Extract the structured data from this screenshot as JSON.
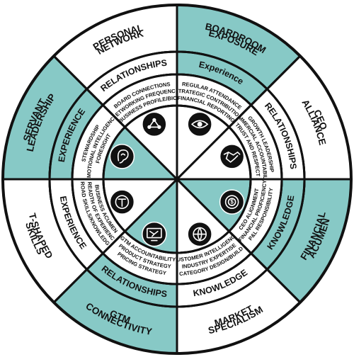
{
  "colors": {
    "teal": "#87c9c6",
    "white": "#ffffff",
    "outline": "#111111",
    "icon_disc": "#111111"
  },
  "sectors": [
    {
      "key": "boardroom",
      "outer": [
        "BOARDROOM",
        "EXPOSURE"
      ],
      "middle": "Experience",
      "inner": [
        "REGULAR ATTENDANCE",
        "STRATEGIC CONTRIBUTION",
        "FINANCIAL REPORTING"
      ],
      "icon": "eye-icon"
    },
    {
      "key": "ceo",
      "outer": [
        "CEO",
        "ALLIANCE"
      ],
      "middle": "RELATIONSHIPS",
      "inner": [
        "GROWTH LEADERSHIP",
        "COMMERCIAL ACCOUNTABILITY",
        "TRUST AND RESPECT"
      ],
      "icon": "handshake-icon"
    },
    {
      "key": "financial",
      "outer": [
        "FINANCIAL",
        "ACUMEN"
      ],
      "middle": "KNOWLEDGE",
      "inner": [
        "CEO ALIGNMENT",
        "FINANCIAL PROFICIENCY",
        "P&L RESPONSIBILITY"
      ],
      "icon": "money-cog-icon"
    },
    {
      "key": "market",
      "outer": [
        "MARKET",
        "SPECIALISM"
      ],
      "middle": "KNOWLEDGE",
      "inner": [
        "CUSTOMER INTELLIGENCE",
        "INDUSTRY EXPERTISE",
        "CATEGORY DESIGN/BUILD"
      ],
      "icon": "globe-icon"
    },
    {
      "key": "gtm",
      "outer": [
        "GTM",
        "CONNECTIVITY"
      ],
      "middle": "RELATIONSHIPS",
      "inner": [
        "GTM ACCOUNTABILITY",
        "PRODUCT STRATEGY",
        "PRICING STRATEGY"
      ],
      "icon": "network-monitor-icon"
    },
    {
      "key": "tshaped",
      "outer": [
        "T-SHAPED",
        "SKILLS"
      ],
      "middle": "EXPERIENCE",
      "inner": [
        "BUSINESS ACUMEN",
        "BREADTH OF EXPERIENCE",
        "BROAD SKILLS/KNOWLEDGE"
      ],
      "icon": "t-badge-icon"
    },
    {
      "key": "servant",
      "outer": [
        "SERVANT",
        "LEADERSHIP"
      ],
      "middle": "EXPERIENCE",
      "inner": [
        "STEWARDSHIP",
        "EMOTIONAL INTELLIGENCE",
        "FORESIGHT"
      ],
      "icon": "ear-icon"
    },
    {
      "key": "personal",
      "outer": [
        "PERSONAL",
        "NETWORK"
      ],
      "middle": "RELATIONSHIPS",
      "inner": [
        "BOARD CONNECTIONS",
        "NETWORKING FREQUENCY",
        "BUSINESS PROFILE/BIO"
      ],
      "icon": "people-network-icon"
    }
  ]
}
